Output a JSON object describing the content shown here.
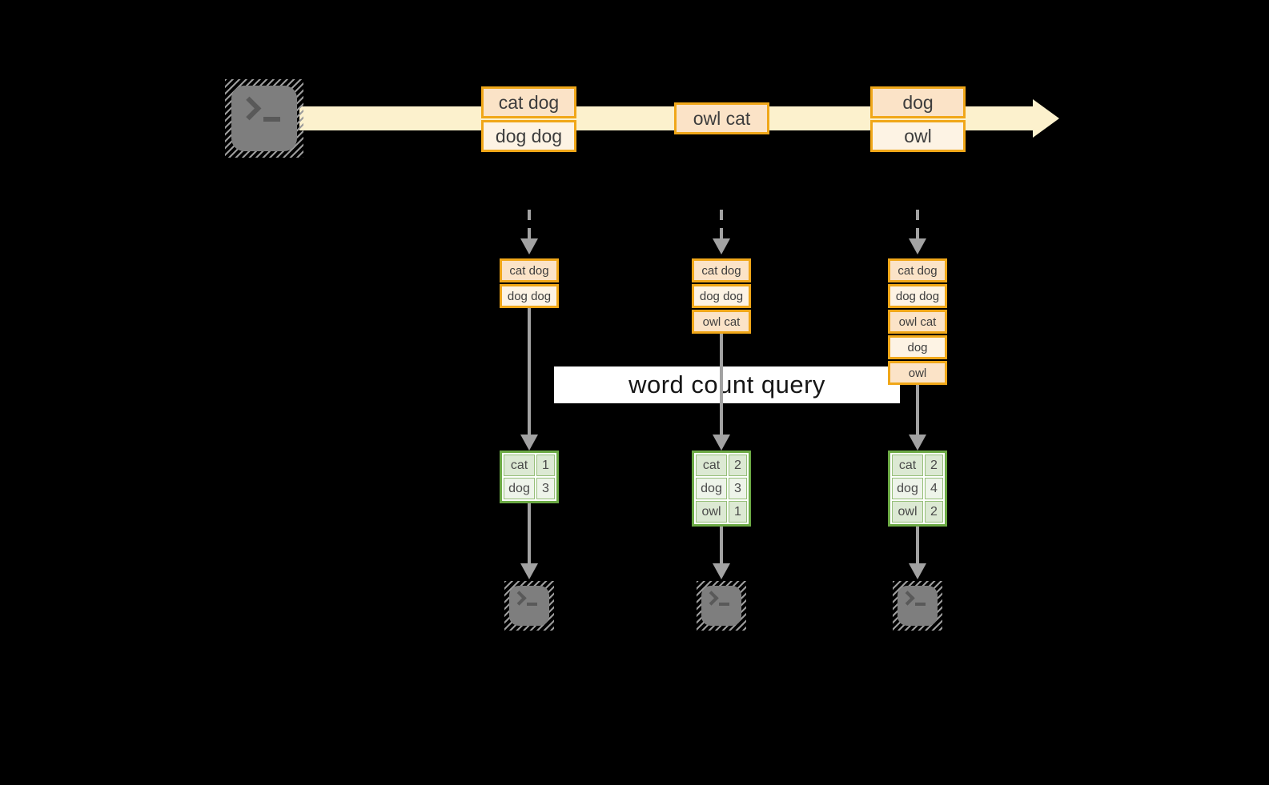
{
  "query_label": "word count query",
  "stream": {
    "source_icon": "terminal-icon",
    "batches": [
      {
        "records": [
          "cat dog",
          "dog dog"
        ]
      },
      {
        "records": [
          "owl cat"
        ]
      },
      {
        "records": [
          "dog",
          "owl"
        ]
      }
    ]
  },
  "states": [
    {
      "records": [
        "cat dog",
        "dog dog"
      ]
    },
    {
      "records": [
        "cat dog",
        "dog dog",
        "owl cat"
      ]
    },
    {
      "records": [
        "cat dog",
        "dog dog",
        "owl cat",
        "dog",
        "owl"
      ]
    }
  ],
  "counts": [
    {
      "rows": [
        [
          "cat",
          "1"
        ],
        [
          "dog",
          "3"
        ]
      ]
    },
    {
      "rows": [
        [
          "cat",
          "2"
        ],
        [
          "dog",
          "3"
        ],
        [
          "owl",
          "1"
        ]
      ]
    },
    {
      "rows": [
        [
          "cat",
          "2"
        ],
        [
          "dog",
          "4"
        ],
        [
          "owl",
          "2"
        ]
      ]
    }
  ],
  "output_icons": [
    "terminal-icon",
    "terminal-icon",
    "terminal-icon"
  ],
  "colors": {
    "gold": "#f0a719",
    "peach": "#fbe3c7",
    "cream": "#fdf3e4",
    "band": "#fcf1cd",
    "green": "#6caa45",
    "green_cell": "#dce9d3",
    "green_cell_alt": "#eef4ea",
    "arrow_gray": "#a2a2a2",
    "terminal_gray": "#7e7e7e",
    "query_bg": "#ffffff"
  }
}
